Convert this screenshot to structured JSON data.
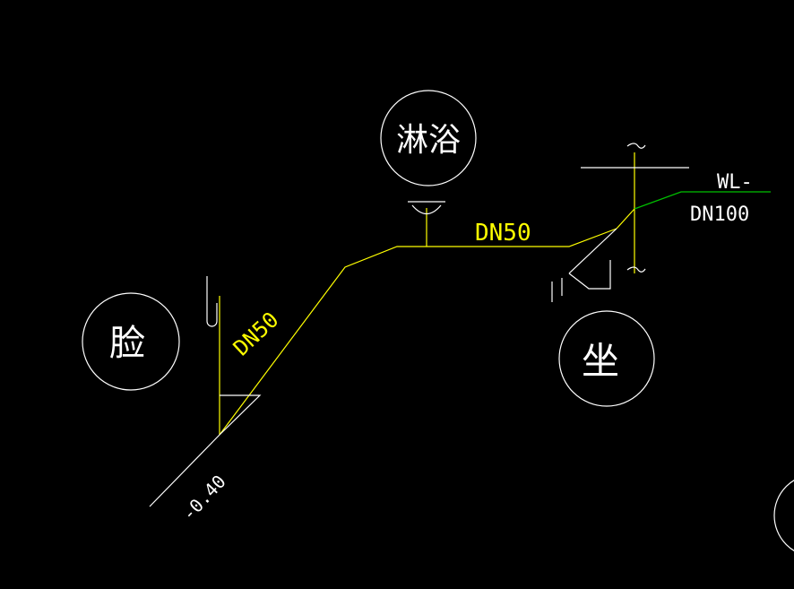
{
  "fixtures": {
    "shower": "淋浴",
    "washbasin": "脸",
    "toilet": "坐"
  },
  "pipe_labels": {
    "horizontal_branch": "DN50",
    "diagonal_branch": "DN50",
    "stack": "DN100",
    "stack_tag": "WL-"
  },
  "elevation": "-0.40",
  "colors": {
    "background": "#000000",
    "pipe": "#ffff00",
    "symbol": "#ffffff",
    "stack_pipe": "#00c000"
  }
}
